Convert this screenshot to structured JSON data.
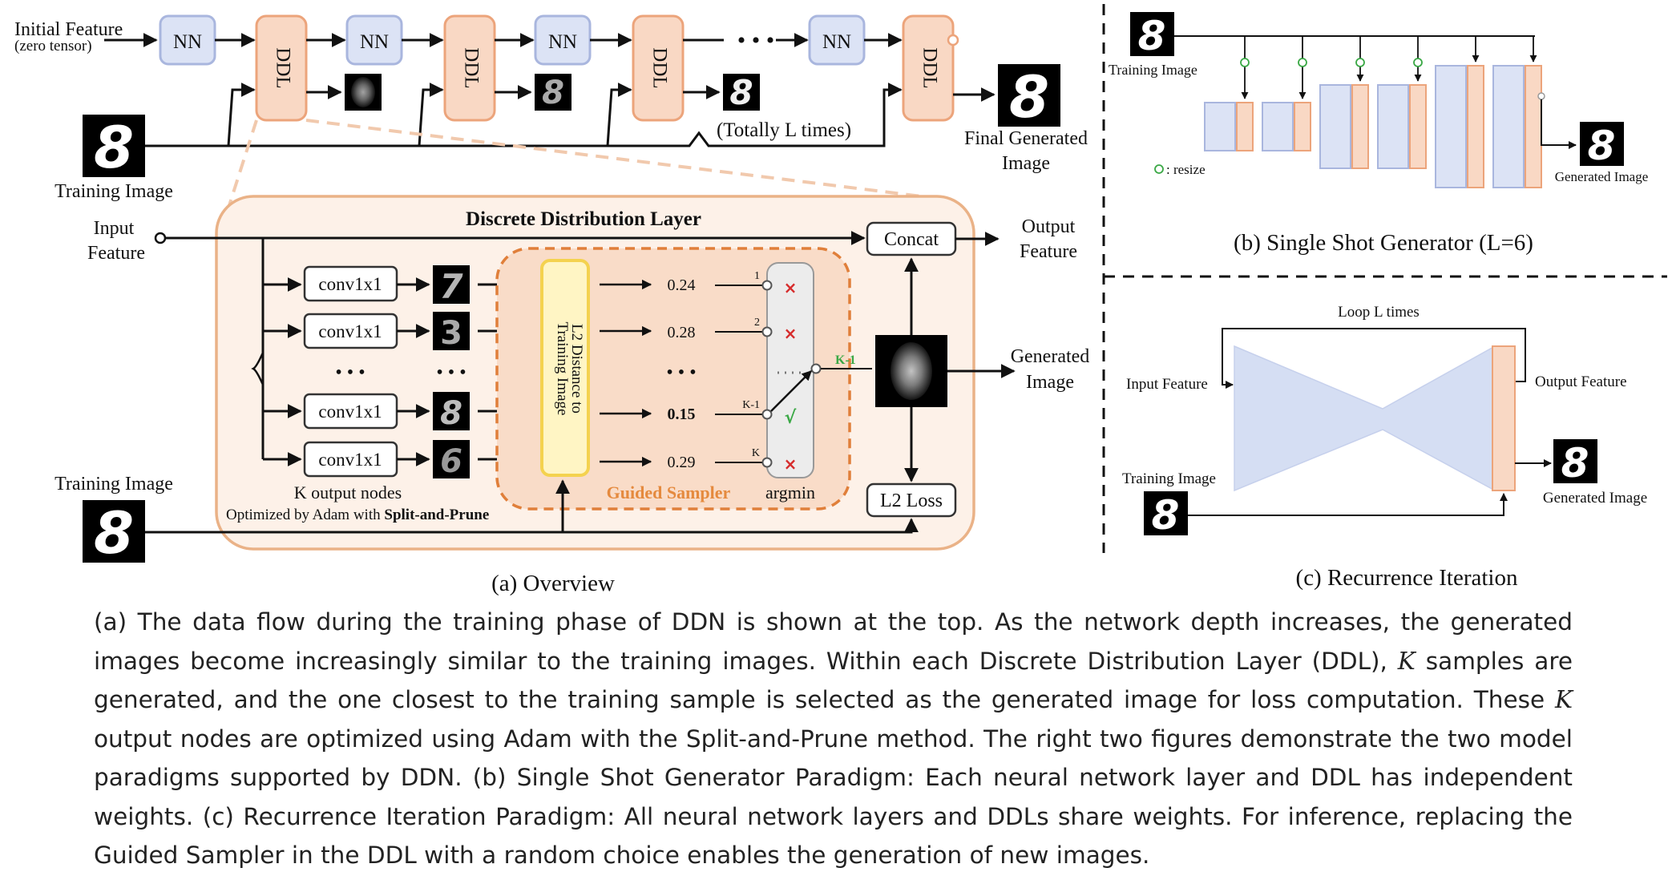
{
  "overview": {
    "initial_feature": "Initial Feature",
    "zero_tensor": "(zero tensor)",
    "nn": "NN",
    "ddl": "DDL",
    "ellipsis": "• • •",
    "totally_l": "(Totally L times)",
    "training_image": "Training Image",
    "final_generated_1": "Final Generated",
    "final_generated_2": "Image",
    "layer_title": "Discrete Distribution Layer",
    "input_1": "Input",
    "input_2": "Feature",
    "concat": "Concat",
    "output_1": "Output",
    "output_2": "Feature",
    "generated_1": "Generated",
    "generated_2": "Image",
    "conv": "conv1x1",
    "dots": "• • •",
    "l2_box_1": "L2 Distance to",
    "l2_box_2": "Training Image",
    "scores": [
      "0.24",
      "0.28",
      "0.15",
      "0.29"
    ],
    "index_labels": [
      "1",
      "2",
      "K-1",
      "K"
    ],
    "k_minus_1_green": "K-1",
    "cross": "×",
    "check": "√",
    "k_output_nodes": "K output nodes",
    "optimized_prefix": "Optimized by Adam with ",
    "optimized_bold": "Split-and-Prune",
    "guided_sampler": "Guided Sampler",
    "argmin": "argmin",
    "l2_loss": "L2 Loss",
    "panel_label": "(a) Overview"
  },
  "single_shot": {
    "training_image": "Training Image",
    "resize_legend": ": resize",
    "generated_image": "Generated Image",
    "panel_label": "(b) Single Shot Generator (L=6)"
  },
  "recurrence": {
    "loop": "Loop L times",
    "input_feature": "Input Feature",
    "output_feature": "Output Feature",
    "training_image": "Training Image",
    "generated_image": "Generated Image",
    "panel_label": "(c) Recurrence Iteration"
  },
  "caption": {
    "p1": "(a) The data flow during the training phase of DDN is shown at the top. As the network depth increases, the generated images become increasingly similar to the training images. Within each Discrete Distribution Layer (DDL), ",
    "k1": "K",
    "p2": " samples are generated, and the one closest to the training sample is selected as the generated image for loss computation. These ",
    "k2": "K",
    "p3": " output nodes are optimized using Adam with the Split-and-Prune method. The right two figures demonstrate the two model paradigms supported by DDN. (b) Single Shot Generator Paradigm: Each neural network layer and DDL has independent weights. (c) Recurrence Iteration Paradigm: All neural network layers and DDLs share weights. For inference, replacing the Guided Sampler in the DDL with a random choice enables the generation of new images."
  },
  "colors": {
    "nn_fill": "#dce3f5",
    "nn_stroke": "#a9b6de",
    "ddl_fill": "#f9d8c4",
    "ddl_stroke": "#eca47b",
    "layer_fill": "#fdf1e8",
    "layer_stroke": "#eab287",
    "guided_fill": "#f9dcc8",
    "guided_stroke": "#e07f3a",
    "yellow_fill": "#fff5c4",
    "yellow_stroke": "#f4d24f",
    "green": "#3aa845",
    "red": "#d62b2b",
    "orange_text": "#e58a3e"
  }
}
